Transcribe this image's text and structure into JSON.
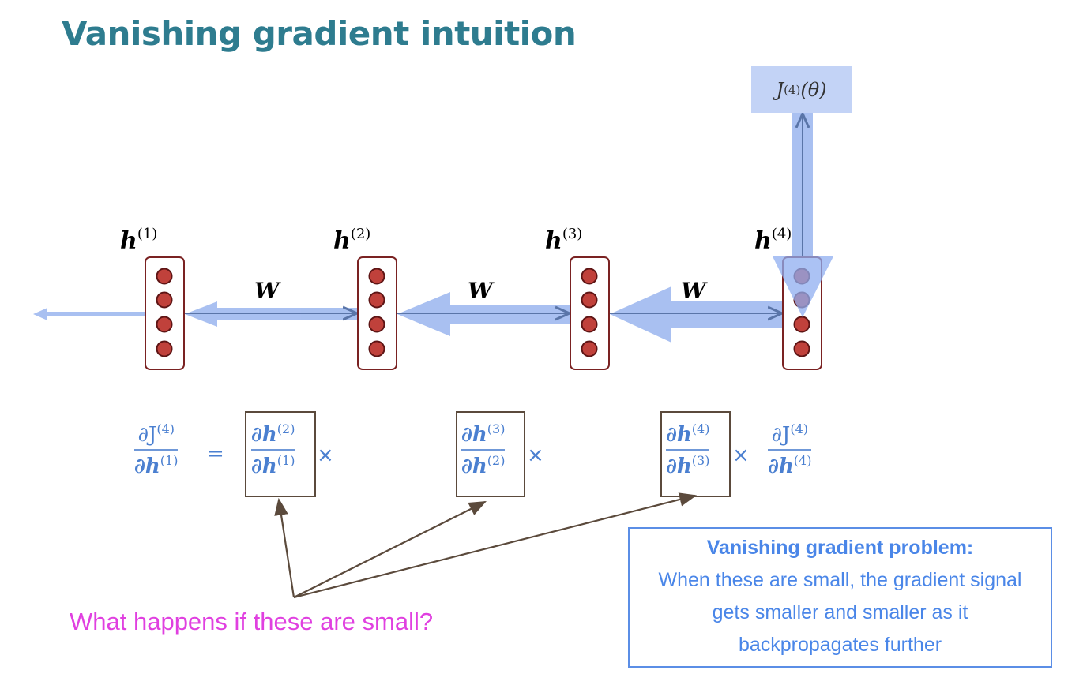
{
  "title": "Vanishing gradient intuition",
  "loss_label": {
    "base": "J",
    "sup": "(4)",
    "arg": "(θ)"
  },
  "hidden_states": [
    {
      "base": "h",
      "sup": "(1)"
    },
    {
      "base": "h",
      "sup": "(2)"
    },
    {
      "base": "h",
      "sup": "(3)"
    },
    {
      "base": "h",
      "sup": "(4)"
    }
  ],
  "weight_label": "W",
  "equation": {
    "lhs": {
      "num": "∂J",
      "num_sup": "(4)",
      "den": "∂h",
      "den_sup": "(1)"
    },
    "equals": "=",
    "times": "×",
    "terms": [
      {
        "num": "∂h",
        "num_sup": "(2)",
        "den": "∂h",
        "den_sup": "(1)"
      },
      {
        "num": "∂h",
        "num_sup": "(3)",
        "den": "∂h",
        "den_sup": "(2)"
      },
      {
        "num": "∂h",
        "num_sup": "(4)",
        "den": "∂h",
        "den_sup": "(3)"
      },
      {
        "num": "∂J",
        "num_sup": "(4)",
        "den": "∂h",
        "den_sup": "(4)"
      }
    ]
  },
  "question": "What happens if these are small?",
  "info": {
    "title": "Vanishing gradient problem:",
    "body": "When these are small, the gradient signal gets smaller and smaller as it backpropagates further"
  },
  "colors": {
    "title": "#2e7c8f",
    "gradient": "#a4bdf0",
    "neuron": "#c0413b",
    "question": "#e040e0",
    "info": "#4a86e8"
  }
}
